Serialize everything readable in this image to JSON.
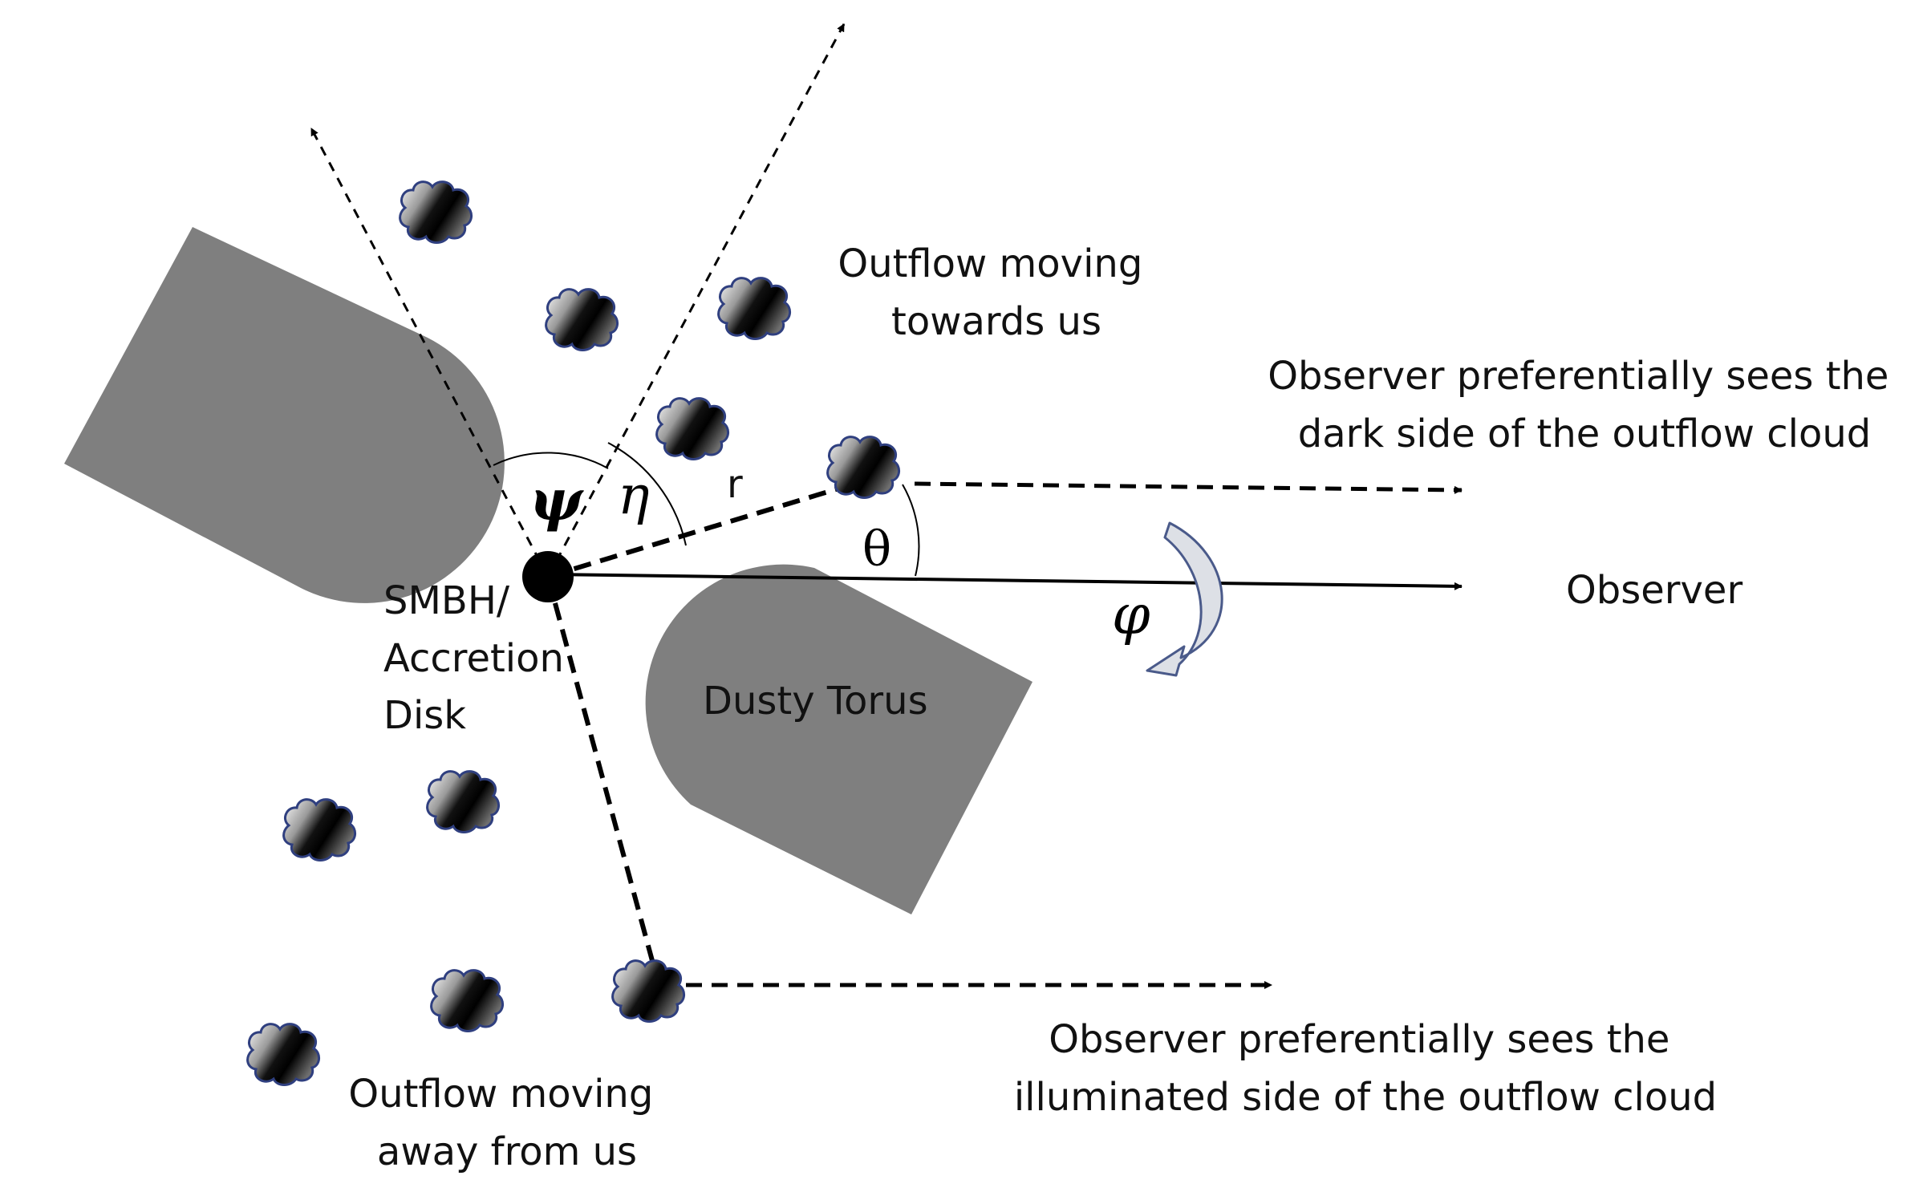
{
  "labels": {
    "outflow_towards_1": "Outflow moving",
    "outflow_towards_2": "towards us",
    "dark_side_1": "Observer preferentially sees the",
    "dark_side_2": "dark side of the outflow cloud",
    "observer": "Observer",
    "smbh_1": "SMBH/",
    "smbh_2": "Accretion",
    "smbh_3": "Disk",
    "torus": "Dusty Torus",
    "illum_side_1": "Observer preferentially sees the",
    "illum_side_2": "illuminated side of the outflow cloud",
    "outflow_away_1": "Outflow moving",
    "outflow_away_2": "away from us"
  },
  "symbols": {
    "psi": "ψ",
    "eta": "η",
    "r": "r",
    "theta": "θ",
    "phi": "φ"
  },
  "colors": {
    "torus": "#7f7f7f",
    "line": "#000000",
    "cloud_outline": "#2f3f7f",
    "rotation_arrow_fill": "#dde0e6",
    "rotation_arrow_stroke": "#4a5a8a"
  }
}
